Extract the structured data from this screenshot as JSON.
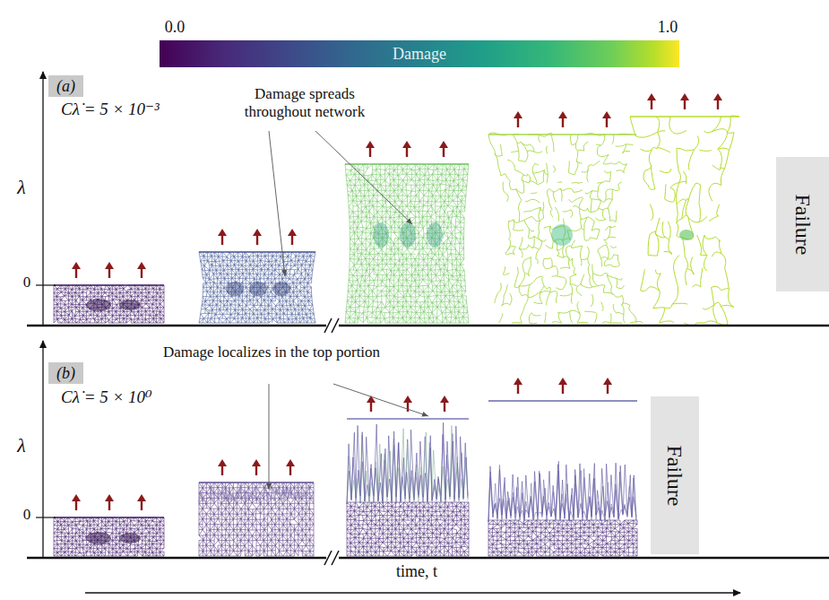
{
  "diagram": {
    "nodes": [
      {
        "text": [
          "(a)"
        ]
      },
      {
        "text": [
          "Damage"
        ]
      },
      {
        "text": [
          "Failure"
        ]
      },
      {
        "text": [
          "(b)"
        ]
      },
      {
        "text": [
          "Failure"
        ]
      }
    ],
    "labels": [
      "0.0",
      "1.0",
      "λ",
      "0",
      "Cλ̇ = 5 × 10⁻³",
      "Damage spreads throughout network",
      "λ",
      "0",
      "Cλ̇ = 5 × 10⁰",
      "Damage localizes in the top portion",
      "time, t"
    ]
  }
}
